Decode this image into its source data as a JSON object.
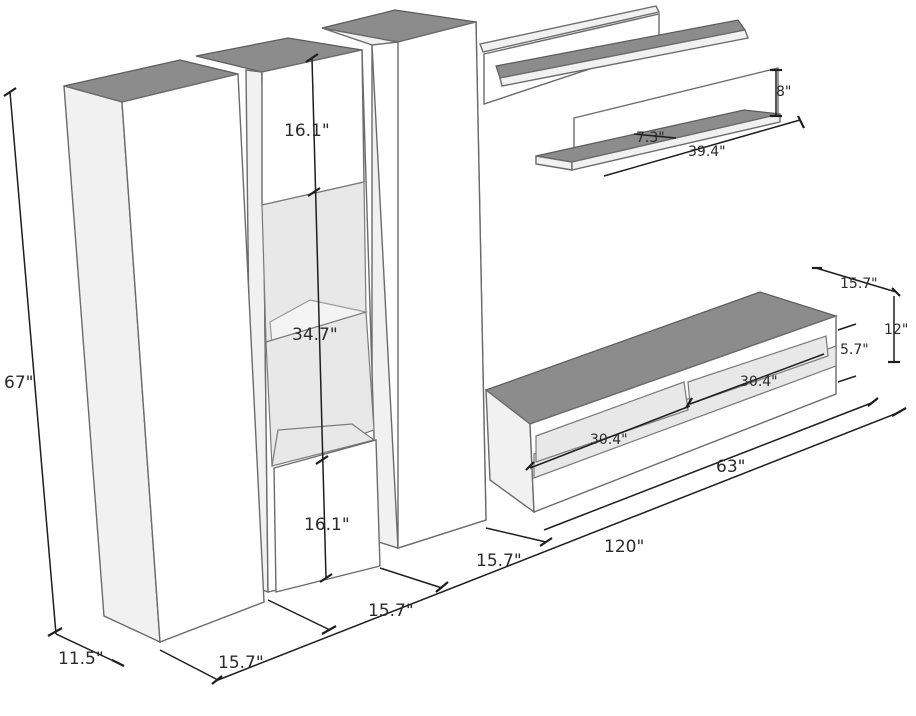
{
  "dimensions": {
    "total_height": "67\"",
    "tower_depth": "11.5\"",
    "tower_width_left": "15.7\"",
    "tower_width_middle": "15.7\"",
    "tower_width_right": "15.7\"",
    "total_width": "120\"",
    "door_upper": "16.1\"",
    "open_section": "34.7\"",
    "door_lower": "16.1\"",
    "shelf_height": "8\"",
    "shelf_depth": "7.3\"",
    "shelf_width": "39.4\"",
    "tv_depth": "15.7\"",
    "tv_height": "12\"",
    "tv_shelf_gap": "5.7\"",
    "tv_compartment_right": "30.4\"",
    "tv_compartment_left": "30.4\"",
    "tv_width": "63\""
  }
}
